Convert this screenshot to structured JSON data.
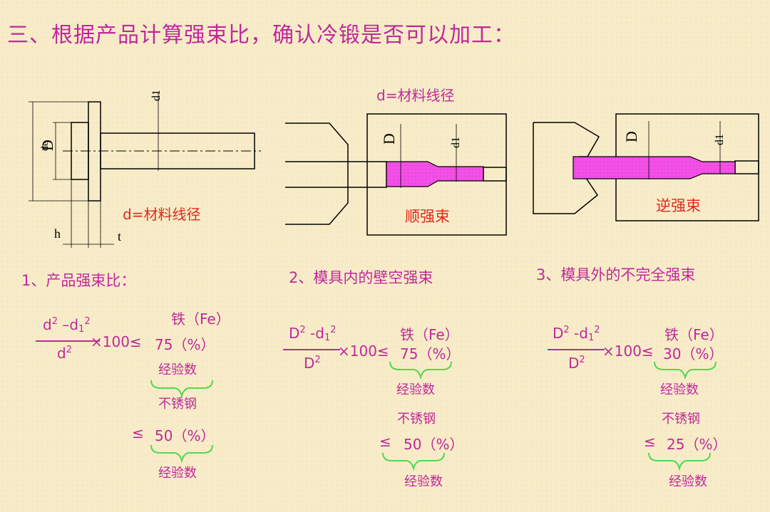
{
  "title": "三、根据产品计算强束比，确认冷锻是否可以加工：",
  "drawing": {
    "d_label_part": "d=材料线径",
    "d_label_die": "d=材料线径",
    "dim_D": "D",
    "dim_d1": "d1",
    "dim_de": "de",
    "dim_h": "h",
    "dim_t": "t",
    "forward_label": "顺强束",
    "backward_label": "逆强束"
  },
  "sections": [
    {
      "heading": "1、产品强束比：",
      "numerator": {
        "a": "d",
        "a_sup": "2",
        "minus": " –d",
        "sub": "1",
        "b_sup": "2"
      },
      "denominator": {
        "base": "d",
        "sup": "2"
      },
      "multiplier": "×100≤",
      "fe_label": "铁（Fe）",
      "fe_value": "75（%）",
      "fe_note": "经验数",
      "ss_label": "不锈钢",
      "ss_prefix": "≤",
      "ss_value": "50（%）",
      "ss_note": "经验数"
    },
    {
      "heading": "2、模具内的壁空强束",
      "numerator": {
        "a": "D",
        "a_sup": "2",
        "minus": " -d",
        "sub": "1",
        "b_sup": "2"
      },
      "denominator": {
        "base": "D",
        "sup": "2"
      },
      "multiplier": "×100≤",
      "fe_label": "铁（Fe）",
      "fe_value": "75（%）",
      "fe_note": "经验数",
      "ss_label": "不锈钢",
      "ss_prefix": "≤",
      "ss_value": "50（%）",
      "ss_note": "经验数"
    },
    {
      "heading": "3、模具外的不完全强束",
      "numerator": {
        "a": "D",
        "a_sup": "2",
        "minus": " -d",
        "sub": "1",
        "b_sup": "2"
      },
      "denominator": {
        "base": "D",
        "sup": "2"
      },
      "multiplier": "×100≤",
      "fe_label": "铁（Fe）",
      "fe_value": "30（%）",
      "fe_note": "经验数",
      "ss_label": "不锈钢",
      "ss_prefix": "≤",
      "ss_value": "25（%）",
      "ss_note": "经验数"
    }
  ],
  "colors": {
    "magenta": "#c0289a",
    "red": "#e0281c",
    "fill": "#f250e6",
    "brace": "#4fd94f"
  }
}
